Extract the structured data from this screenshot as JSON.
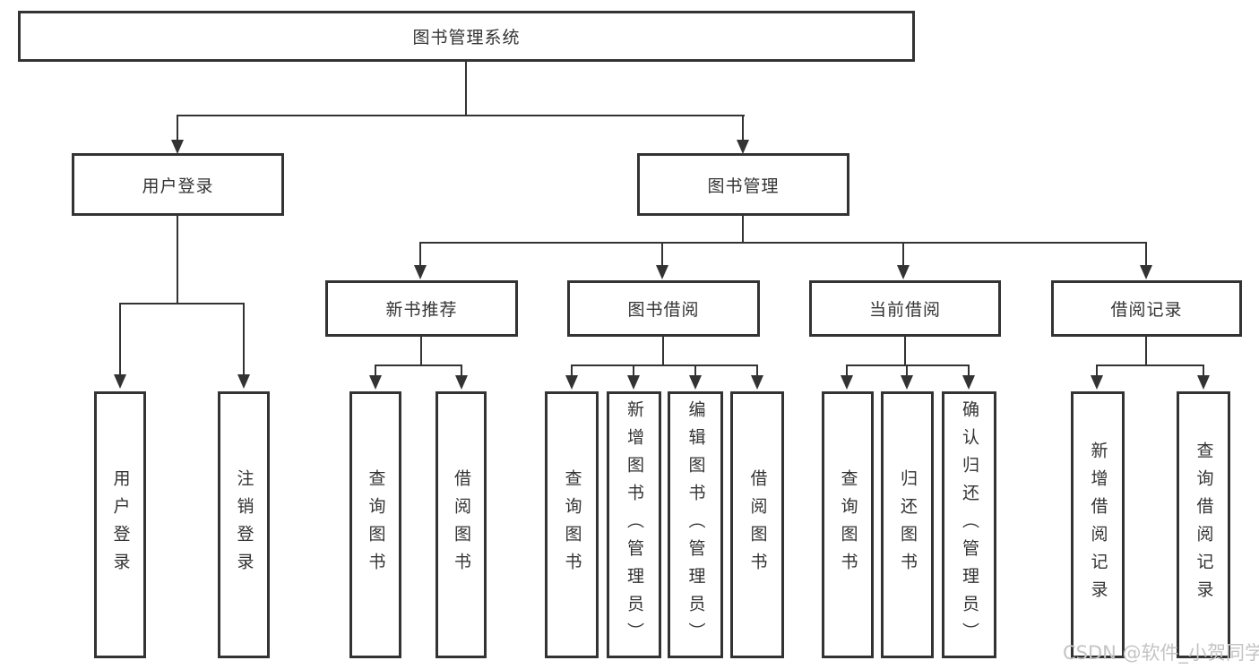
{
  "tree": {
    "root": {
      "label": "图书管理系统"
    },
    "branches": [
      {
        "label": "用户登录",
        "children": [
          {
            "label": "用户登录"
          },
          {
            "label": "注销登录"
          }
        ]
      },
      {
        "label": "图书管理",
        "children": [
          {
            "label": "新书推荐",
            "children": [
              {
                "label": "查询图书"
              },
              {
                "label": "借阅图书"
              }
            ]
          },
          {
            "label": "图书借阅",
            "children": [
              {
                "label": "查询图书"
              },
              {
                "label": "新增图书（管理员）"
              },
              {
                "label": "编辑图书（管理员）"
              },
              {
                "label": "借阅图书"
              }
            ]
          },
          {
            "label": "当前借阅",
            "children": [
              {
                "label": "查询图书"
              },
              {
                "label": "归还图书"
              },
              {
                "label": "确认归还（管理员）"
              }
            ]
          },
          {
            "label": "借阅记录",
            "children": [
              {
                "label": "新增借阅记录"
              },
              {
                "label": "查询借阅记录"
              }
            ]
          }
        ]
      }
    ]
  },
  "watermark": {
    "text": "CSDN @软件_小贺同学"
  },
  "colors": {
    "line": "#333333",
    "text": "#333333",
    "background": "#ffffff",
    "watermark": "#c4c4c4"
  }
}
